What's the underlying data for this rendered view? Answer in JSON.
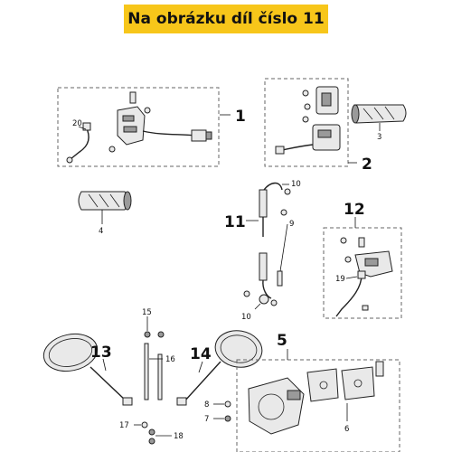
{
  "banner": {
    "title": "Na obrázku díl číslo 11"
  },
  "callouts": {
    "c1": "1",
    "c2": "2",
    "c3": "3",
    "c4": "4",
    "c5": "5",
    "c6": "6",
    "c7": "7",
    "c8": "8",
    "c9": "9",
    "c10a": "10",
    "c10b": "10",
    "c11": "11",
    "c12": "12",
    "c13": "13",
    "c14": "14",
    "c15": "15",
    "c16": "16",
    "c17": "17",
    "c18": "18",
    "c19": "19",
    "c20": "20"
  },
  "colors": {
    "banner": "#f7c61a",
    "line": "#222222",
    "box": "#666666"
  }
}
